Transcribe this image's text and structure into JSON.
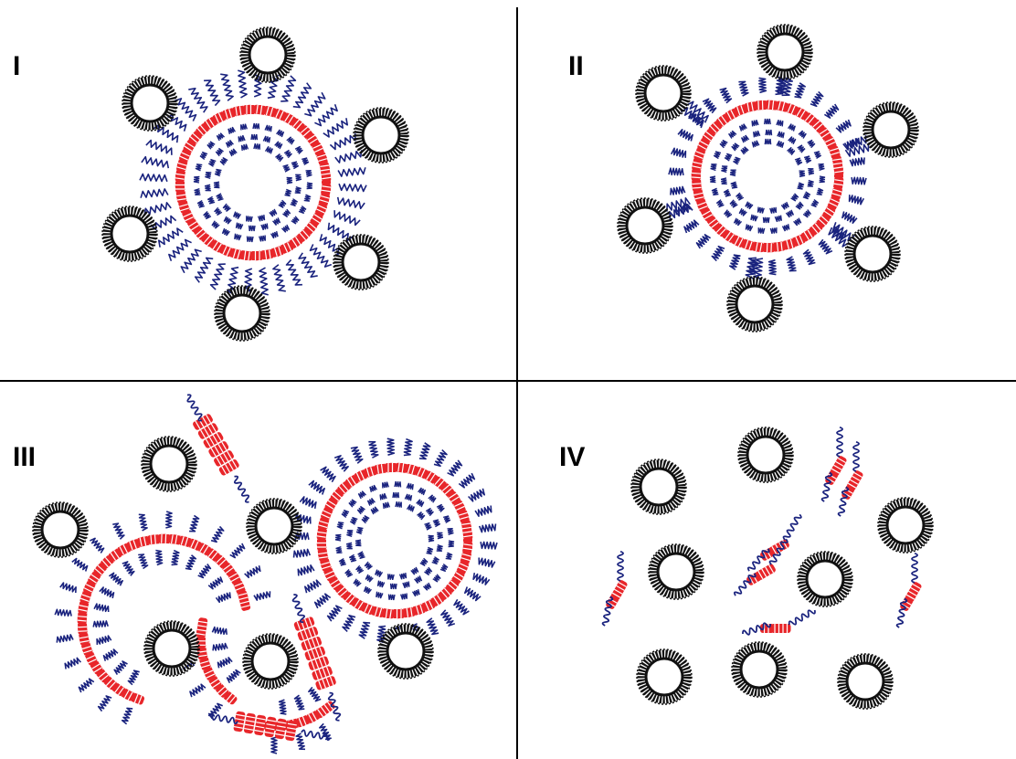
{
  "colors": {
    "background": "#ffffff",
    "divider": "#000000",
    "helix_red": "#e8262a",
    "coil_blue": "#1a237e",
    "vesicle_black": "#111111"
  },
  "panels": [
    {
      "id": "panel-1",
      "label": "I",
      "state": "vesicle with bound coils, six attached particles"
    },
    {
      "id": "panel-2",
      "label": "II",
      "state": "vesicle with coils tethering six particles"
    },
    {
      "id": "panel-3",
      "label": "III",
      "state": "partially disrupted vesicles"
    },
    {
      "id": "panel-4",
      "label": "IV",
      "state": "free particles and dispersed peptides"
    }
  ],
  "icons": {
    "helix": "helix-icon",
    "coil": "coil-icon",
    "particle": "vesicle-ring-icon"
  }
}
